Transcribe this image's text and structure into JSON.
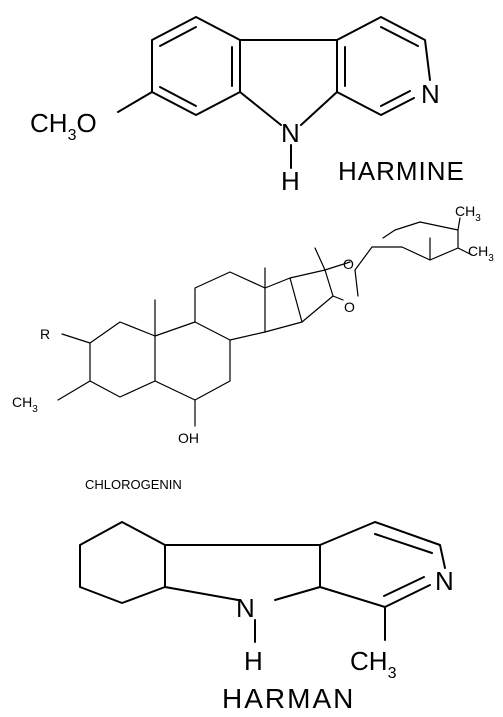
{
  "harmine": {
    "name": "HARMINE",
    "methoxy": "CH",
    "methoxy_sub": "3",
    "methoxy_tail": "O",
    "ring_n": "N",
    "nh_n": "N",
    "nh_h": "H"
  },
  "chlorogenin": {
    "name": "CHLOROGENIN",
    "r_label": "R",
    "methyl_left": "CH",
    "methyl_left_sub": "3",
    "oh": "OH",
    "o_upper": "O",
    "o_lower": "O",
    "ch3_top": "CH",
    "ch3_top_sub": "3",
    "ch3_right": "CH",
    "ch3_right_sub": "3"
  },
  "harman": {
    "name": "HARMAN",
    "ring_n": "N",
    "nh_n": "N",
    "nh_h": "H",
    "methyl": "CH",
    "methyl_sub": "3"
  }
}
